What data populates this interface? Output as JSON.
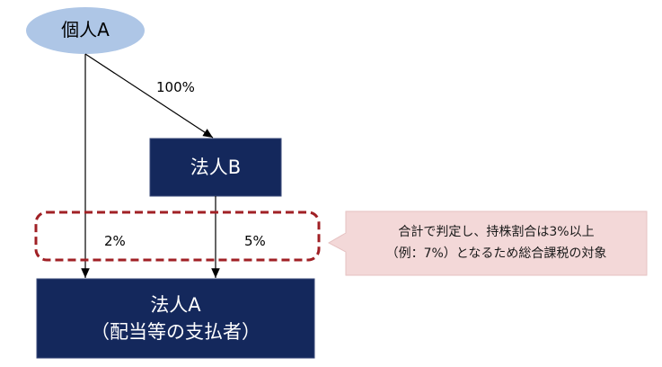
{
  "nodes": {
    "individual_a": {
      "label": "個人A"
    },
    "corp_b": {
      "label": "法人B"
    },
    "corp_a": {
      "line1": "法人A",
      "line2": "（配当等の支払者）"
    }
  },
  "edges": {
    "a_to_b": "100%",
    "a_to_corp_a": "2%",
    "b_to_corp_a": "5%"
  },
  "callout": {
    "line1": "合計で判定し、持株割合は3%以上",
    "line2": "（例：7%）となるため総合課税の対象"
  },
  "colors": {
    "navy": "#14285c",
    "ellipse": "#aec6e6",
    "dashed": "#a02025",
    "callout_bg": "#f3d8d8"
  }
}
